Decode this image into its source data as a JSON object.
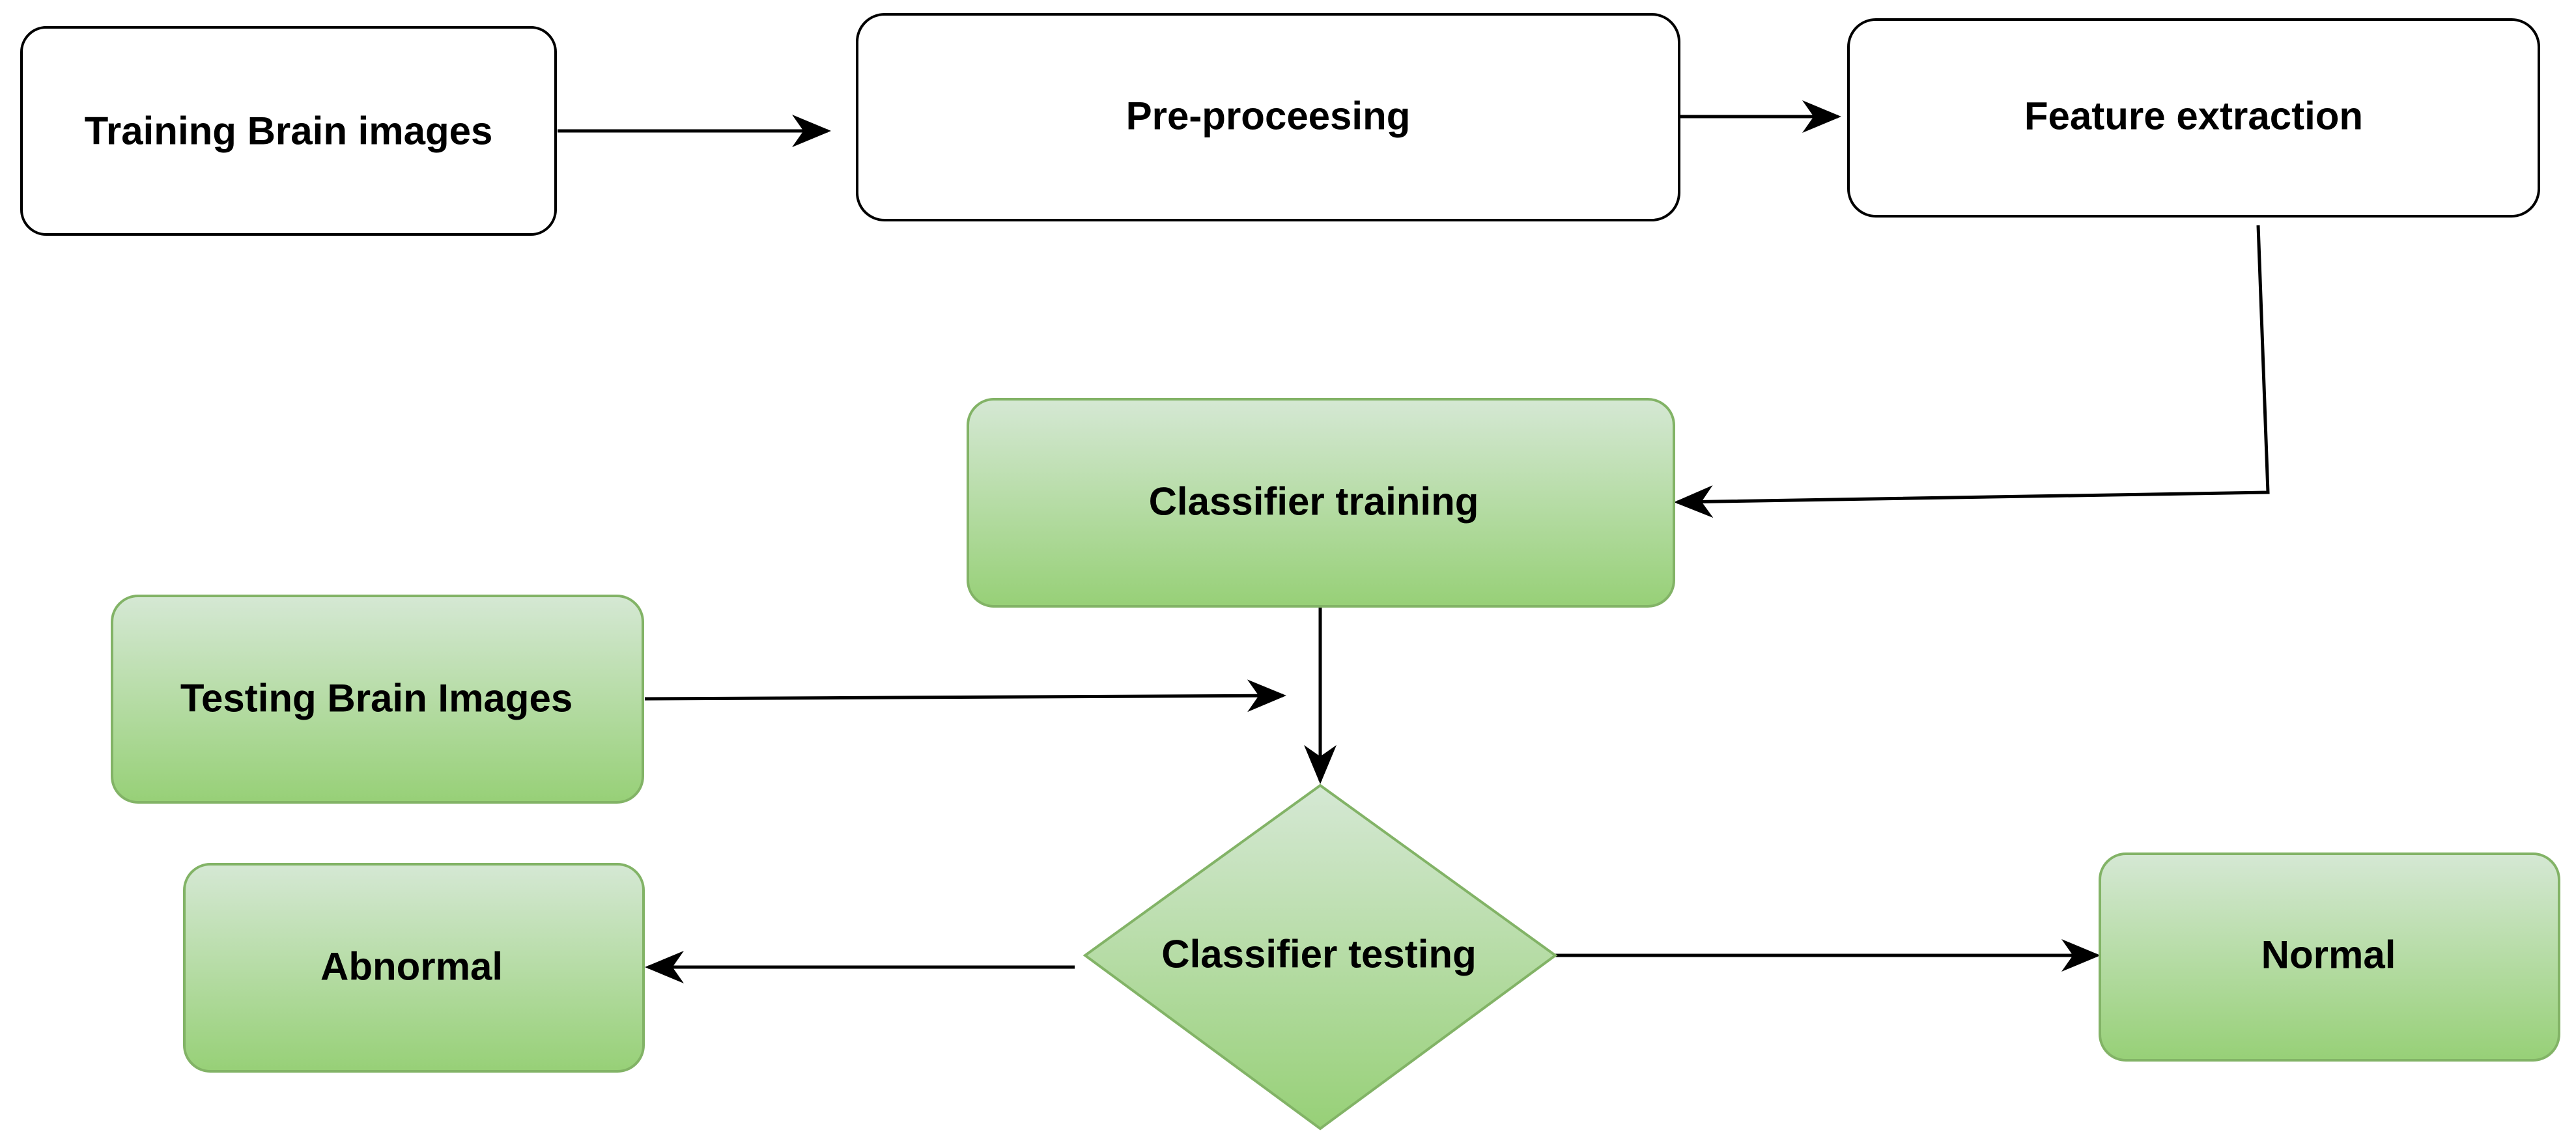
{
  "colors": {
    "white_fill": "#ffffff",
    "green_fill_top": "#d5e8d4",
    "green_fill_bottom": "#97d077",
    "green_stroke": "#82b366",
    "black_stroke": "#000000",
    "text": "#000000"
  },
  "nodes": {
    "training_images": {
      "label": "Training Brain images"
    },
    "preprocessing": {
      "label": "Pre-proceesing"
    },
    "feature_extraction": {
      "label": "Feature extraction"
    },
    "classifier_training": {
      "label": "Classifier training"
    },
    "testing_images": {
      "label": "Testing Brain Images"
    },
    "classifier_testing": {
      "label": "Classifier testing"
    },
    "abnormal": {
      "label": "Abnormal"
    },
    "normal": {
      "label": "Normal"
    }
  },
  "edges": [
    {
      "from": "training_images",
      "to": "preprocessing"
    },
    {
      "from": "preprocessing",
      "to": "feature_extraction"
    },
    {
      "from": "feature_extraction",
      "to": "classifier_training"
    },
    {
      "from": "classifier_training",
      "to": "classifier_testing"
    },
    {
      "from": "testing_images",
      "to": "classifier_testing"
    },
    {
      "from": "classifier_testing",
      "to": "abnormal"
    },
    {
      "from": "classifier_testing",
      "to": "normal"
    }
  ]
}
